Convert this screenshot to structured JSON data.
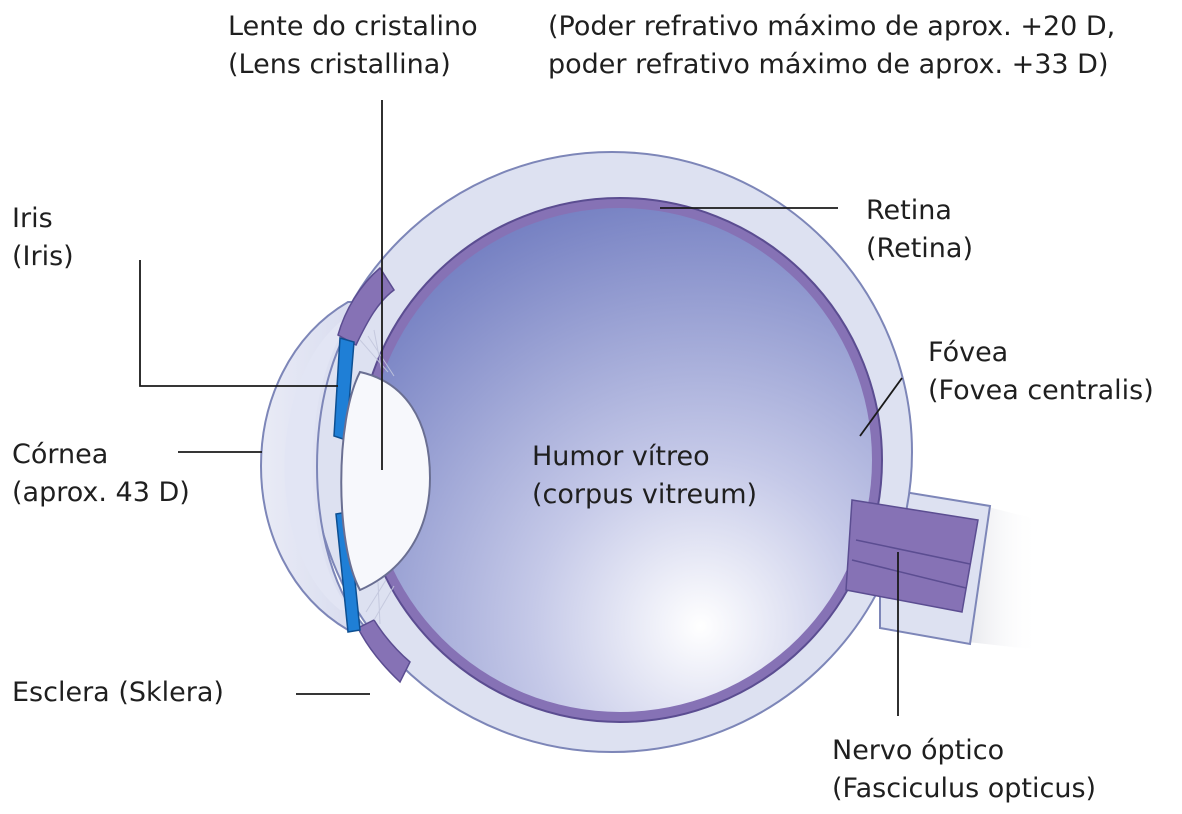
{
  "labels": {
    "lens": {
      "line1": "Lente do cristalino",
      "line2": "(Lens cristallina)"
    },
    "power": {
      "line1": "(Poder refrativo máximo de aprox. +20 D,",
      "line2": "poder refrativo máximo de aprox. +33 D)"
    },
    "iris": {
      "line1": "Iris",
      "line2": "(Iris)"
    },
    "retina": {
      "line1": "Retina",
      "line2": "(Retina)"
    },
    "fovea": {
      "line1": "Fóvea",
      "line2": "(Fovea centralis)"
    },
    "cornea": {
      "line1": "Córnea",
      "line2": "(aprox. 43 D)"
    },
    "vitreous": {
      "line1": "Humor vítreo",
      "line2": "(corpus vitreum)"
    },
    "sclera": {
      "line1": "Esclera (Sklera)"
    },
    "optic": {
      "line1": "Nervo óptico",
      "line2": "(Fasciculus opticus)"
    }
  },
  "colors": {
    "sclera": "#dde1f1",
    "retina": "#8672b5",
    "vitreous_dark": "#6a76bd",
    "vitreous_light": "#ffffff",
    "iris": "#1f7fd6",
    "lens": "#f7f8fc"
  }
}
